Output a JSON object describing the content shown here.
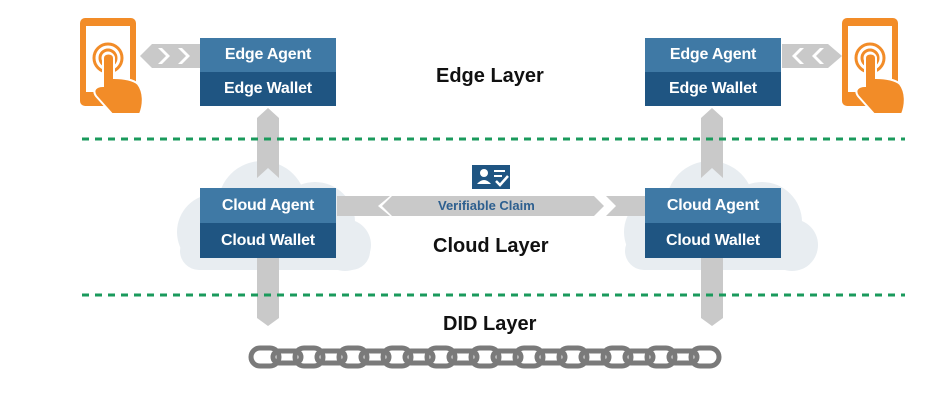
{
  "layers": {
    "edge": "Edge Layer",
    "cloud": "Cloud Layer",
    "did": "DID Layer"
  },
  "left": {
    "edge_agent": "Edge Agent",
    "edge_wallet": "Edge Wallet",
    "cloud_agent": "Cloud Agent",
    "cloud_wallet": "Cloud Wallet"
  },
  "right": {
    "edge_agent": "Edge Agent",
    "edge_wallet": "Edge Wallet",
    "cloud_agent": "Cloud Agent",
    "cloud_wallet": "Cloud Wallet"
  },
  "claim": {
    "label": "Verifiable Claim",
    "icon": "id-card-check-icon"
  },
  "colors": {
    "agent_box": "#3f79a5",
    "wallet_box": "#1f5582",
    "connector": "#c9c9c9",
    "divider": "#1a9a5c",
    "phone": "#f28c28",
    "cloud": "#e8edf1",
    "chain": "#7a7a7a"
  }
}
